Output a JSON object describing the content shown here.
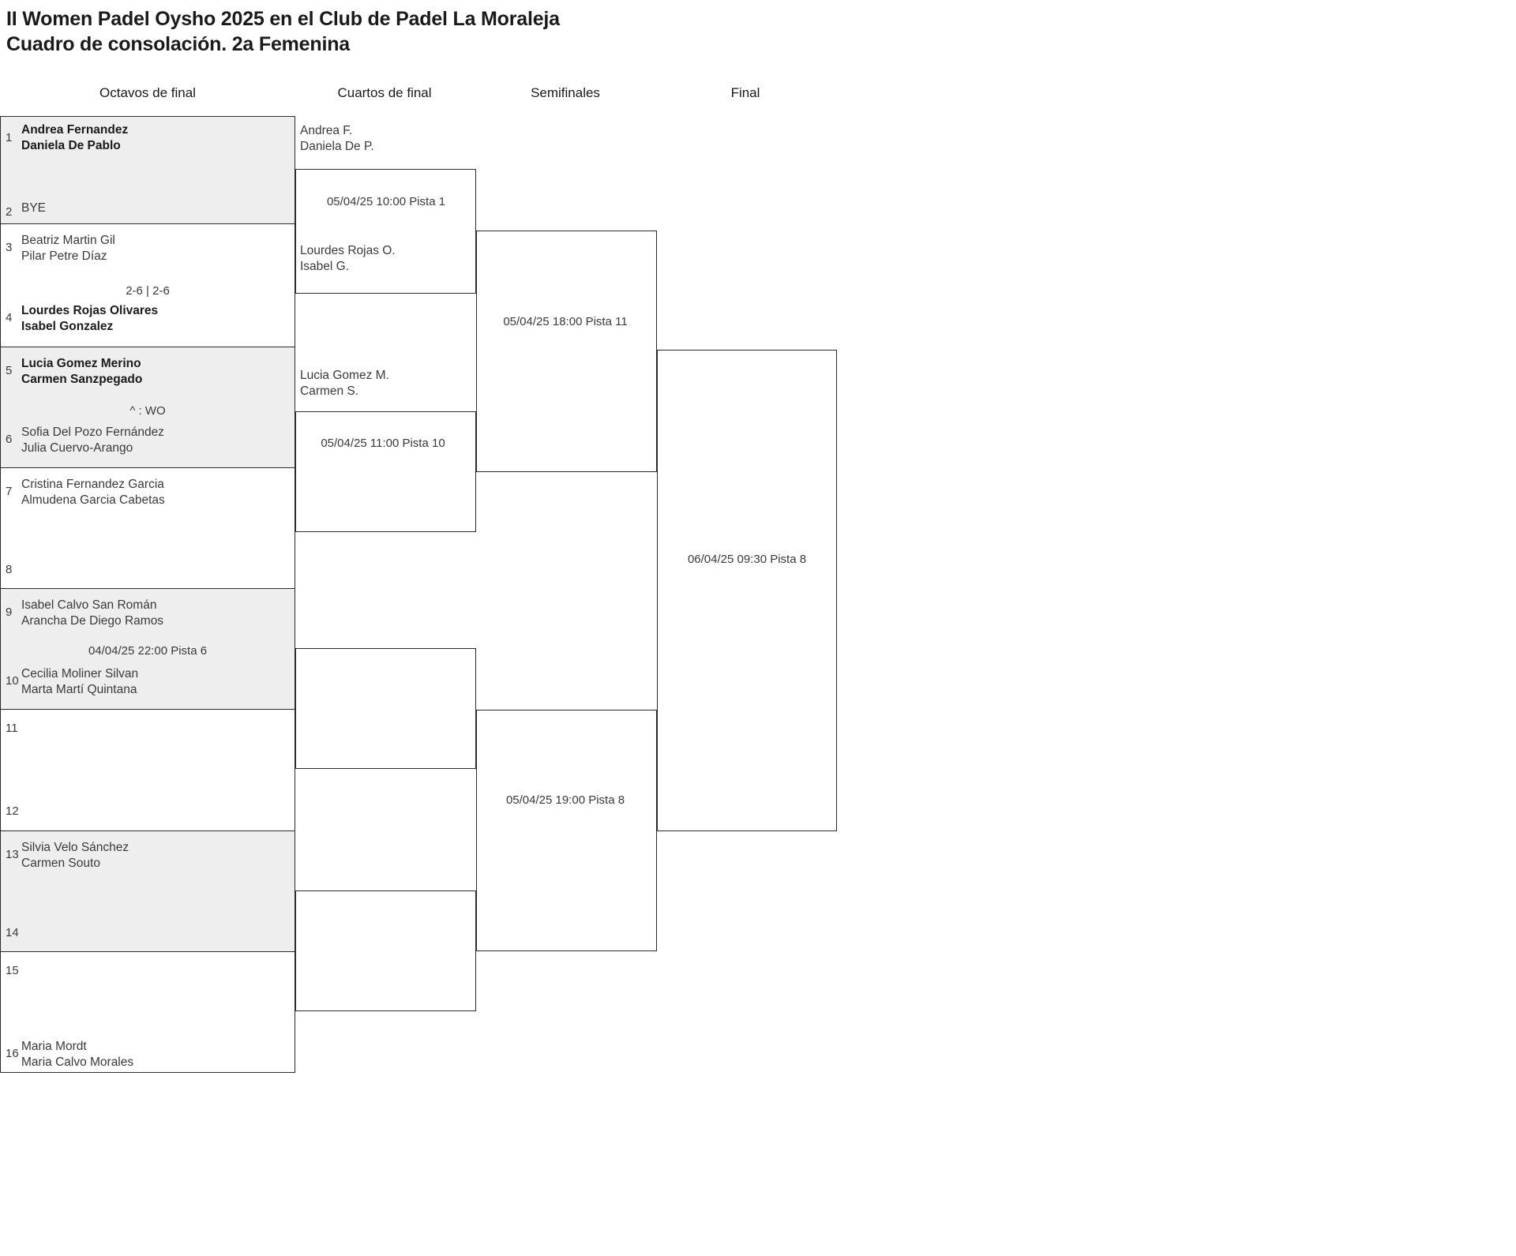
{
  "title": {
    "line1": "II Women Padel Oysho 2025 en el Club de Padel La Moraleja",
    "line2": "Cuadro de consolación. 2a Femenina"
  },
  "round_headers": [
    {
      "key": "octavos",
      "label": "Octavos de final"
    },
    {
      "key": "cuartos",
      "label": "Cuartos de final"
    },
    {
      "key": "semis",
      "label": "Semifinales"
    },
    {
      "key": "final",
      "label": "Final"
    }
  ],
  "colors": {
    "shaded_row": "#eeeeee",
    "line": "#2b2b2b",
    "text": "#3a3a3a",
    "winner_text": "#1a1a1a",
    "background": "#ffffff"
  },
  "round1": {
    "slots": [
      {
        "seed": "1",
        "player1": "Andrea Fernandez",
        "player2": "Daniela De Pablo",
        "winner": true,
        "shaded": true
      },
      {
        "seed": "2",
        "player1": "BYE",
        "player2": "",
        "winner": false,
        "shaded": true
      },
      {
        "seed": "3",
        "player1": "Beatriz Martin Gil",
        "player2": "Pilar Petre Díaz",
        "winner": false,
        "shaded": false
      },
      {
        "seed": "4",
        "player1": "Lourdes Rojas Olivares",
        "player2": "Isabel Gonzalez",
        "winner": true,
        "shaded": false
      },
      {
        "seed": "5",
        "player1": "Lucia Gomez Merino",
        "player2": "Carmen Sanzpegado",
        "winner": true,
        "shaded": true
      },
      {
        "seed": "6",
        "player1": "Sofia Del Pozo Fernández",
        "player2": "Julia Cuervo-Arango",
        "winner": false,
        "shaded": true
      },
      {
        "seed": "7",
        "player1": "Cristina Fernandez Garcia",
        "player2": "Almudena Garcia Cabetas",
        "winner": false,
        "shaded": false
      },
      {
        "seed": "8",
        "player1": "",
        "player2": "",
        "winner": false,
        "shaded": false
      },
      {
        "seed": "9",
        "player1": "Isabel Calvo San Román",
        "player2": "Arancha De Diego Ramos",
        "winner": false,
        "shaded": true
      },
      {
        "seed": "10",
        "player1": "Cecilia Moliner Silvan",
        "player2": "Marta Martí Quintana",
        "winner": false,
        "shaded": true
      },
      {
        "seed": "11",
        "player1": "",
        "player2": "",
        "winner": false,
        "shaded": false
      },
      {
        "seed": "12",
        "player1": "",
        "player2": "",
        "winner": false,
        "shaded": false
      },
      {
        "seed": "13",
        "player1": "Silvia Velo Sánchez",
        "player2": "Carmen Souto",
        "winner": false,
        "shaded": true
      },
      {
        "seed": "14",
        "player1": "",
        "player2": "",
        "winner": false,
        "shaded": true
      },
      {
        "seed": "15",
        "player1": "",
        "player2": "",
        "winner": false,
        "shaded": false
      },
      {
        "seed": "16",
        "player1": "Maria Mordt",
        "player2": "Maria Calvo Morales",
        "winner": false,
        "shaded": false
      }
    ],
    "match_labels": [
      {
        "match": "1",
        "text": ""
      },
      {
        "match": "2",
        "text": "2-6 | 2-6"
      },
      {
        "match": "3",
        "text": "^ : WO"
      },
      {
        "match": "4",
        "text": ""
      },
      {
        "match": "5",
        "text": "04/04/25 22:00 Pista 6"
      },
      {
        "match": "6",
        "text": ""
      },
      {
        "match": "7",
        "text": ""
      },
      {
        "match": "8",
        "text": ""
      }
    ]
  },
  "round2": {
    "matches": [
      {
        "match": "1",
        "top_player1": "Andrea F.",
        "top_player2": "Daniela De P.",
        "bottom_player1": "Lourdes Rojas O.",
        "bottom_player2": "Isabel G.",
        "label": "05/04/25 10:00 Pista 1"
      },
      {
        "match": "2",
        "top_player1": "Lucia Gomez M.",
        "top_player2": "Carmen S.",
        "bottom_player1": "",
        "bottom_player2": "",
        "label": "05/04/25 11:00 Pista 10"
      },
      {
        "match": "3",
        "top_player1": "",
        "top_player2": "",
        "bottom_player1": "",
        "bottom_player2": "",
        "label": ""
      },
      {
        "match": "4",
        "top_player1": "",
        "top_player2": "",
        "bottom_player1": "",
        "bottom_player2": "",
        "label": ""
      }
    ]
  },
  "round3": {
    "matches": [
      {
        "match": "1",
        "label": "05/04/25 18:00 Pista 11"
      },
      {
        "match": "2",
        "label": "05/04/25 19:00 Pista 8"
      }
    ]
  },
  "round4": {
    "matches": [
      {
        "match": "1",
        "label": "06/04/25 09:30 Pista 8"
      }
    ]
  }
}
